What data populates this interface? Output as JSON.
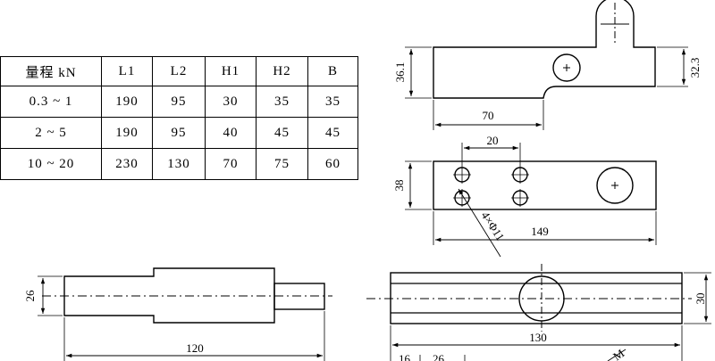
{
  "table": {
    "headers": [
      "量程 kN",
      "L1",
      "L2",
      "H1",
      "H2",
      "B"
    ],
    "rows": [
      [
        "0.3 ~ 1",
        "190",
        "95",
        "30",
        "35",
        "35"
      ],
      [
        "2 ~ 5",
        "190",
        "95",
        "40",
        "45",
        "45"
      ],
      [
        "10 ~ 20",
        "230",
        "130",
        "70",
        "75",
        "60"
      ]
    ]
  },
  "dimensions": {
    "side_height": "36.1",
    "side_right_height": "32.3",
    "side_step": "70",
    "top_spacing": "20",
    "top_height": "38",
    "top_holes": "4×Φ11",
    "top_length": "149",
    "left_height": "26",
    "left_length": "120",
    "front_length": "130",
    "front_height": "30",
    "bottom_16": "16",
    "bottom_26": "26",
    "bottom_m": "M"
  }
}
